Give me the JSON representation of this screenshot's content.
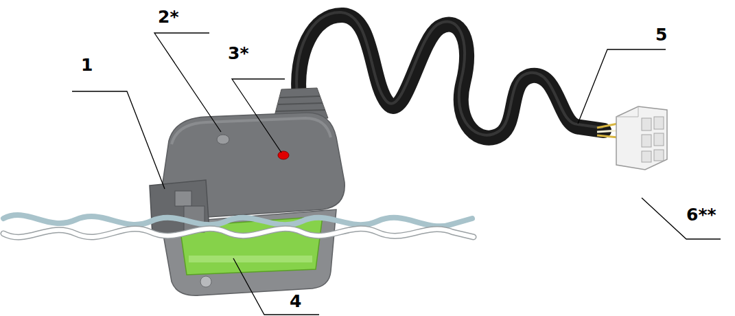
{
  "diagram": {
    "labels": [
      "1",
      "2*",
      "3*",
      "4",
      "5",
      "6**"
    ]
  }
}
